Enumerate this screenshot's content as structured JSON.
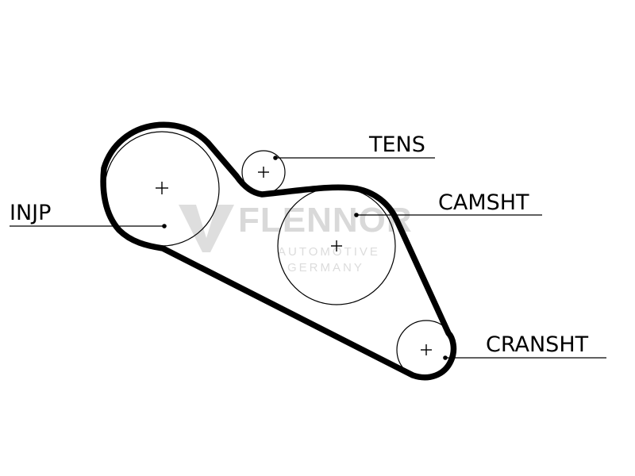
{
  "labels": {
    "tens": "TENS",
    "camsht": "CAMSHT",
    "injp": "INJP",
    "cranksht": "CRANSHT"
  },
  "watermark": {
    "brand": "FLENNOR",
    "line1": "AUTOMOTIVE",
    "line2": "GERMANY"
  },
  "colors": {
    "belt": "#000000",
    "pulley": "#000000",
    "watermark": "#d9d9d9"
  }
}
